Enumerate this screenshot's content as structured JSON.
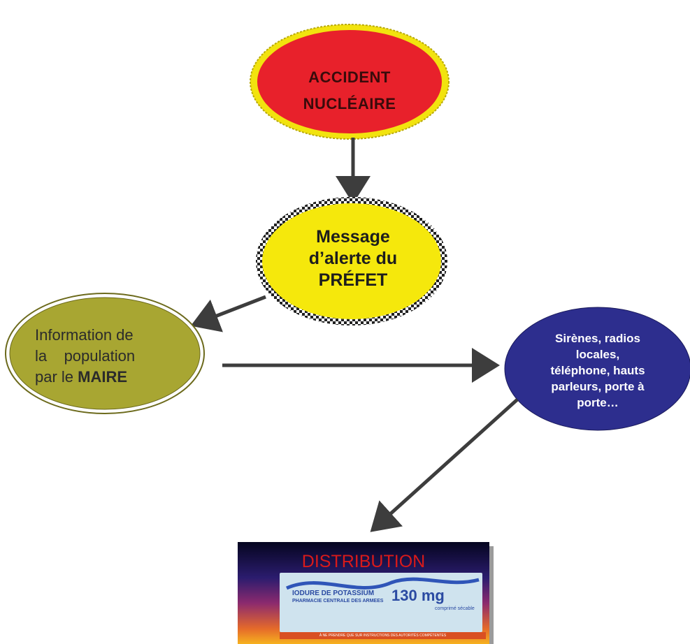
{
  "nodes": {
    "accident": {
      "line1": "ACCIDENT",
      "line2": "NUCLÉAIRE"
    },
    "prefet": {
      "line1": "Message",
      "line2": "d’alerte du",
      "line3": "PRÉFET"
    },
    "maire": {
      "line1": "Information de",
      "line2": "la    population",
      "line3_prefix": "par le ",
      "line3_bold": "MAIRE"
    },
    "sirenes": {
      "line1": "Sirènes, radios",
      "line2": "locales,",
      "line3": "téléphone, hauts",
      "line4": "parleurs, porte à",
      "line5": "porte…"
    }
  },
  "distribution": {
    "title": "DISTRIBUTION",
    "box_line1": "IODURE DE POTASSIUM",
    "box_line2": "PHARMACIE CENTRALE DES ARMEES",
    "box_dose": "130 mg",
    "box_sub": "comprimé sécable",
    "warning": "À NE PRENDRE QUE SUR INSTRUCTIONS DES AUTORITÉS COMPÉTENTES"
  },
  "colors": {
    "accident_fill": "#e8212b",
    "accident_border": "#f2e30e",
    "prefet_fill": "#f5e80c",
    "maire_fill": "#a8a632",
    "sirenes_fill": "#2d2e8e",
    "arrow": "#3d3d3d"
  }
}
